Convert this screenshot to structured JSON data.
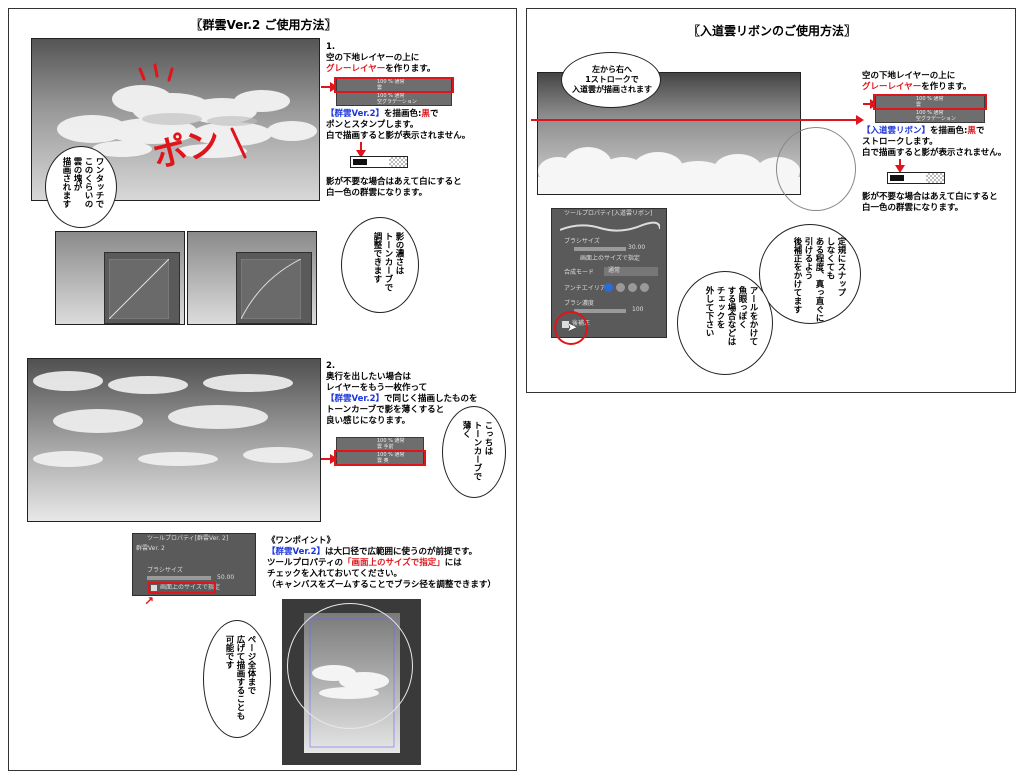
{
  "left_panel": {
    "title": "〖群雲Ver.2 ご使用方法〗",
    "step1": {
      "number": "1.",
      "line1": "空の下地レイヤーの上に",
      "line2": "グレーレイヤー",
      "line2b": "を作ります。",
      "line3a": "【群雲Ver.2】",
      "line3b": "を描画色:",
      "line3c": "黒",
      "line3d": "で",
      "line4": "ポンとスタンプします。",
      "line5": "白で描画すると影が表示されません。",
      "line6": "影が不要な場合はあえて白にすると",
      "line7": "白一色の群雲になります。"
    },
    "pon_text": "ポン",
    "bubble_one_touch": "ワンタッチで\nこのくらいの\n雲の塊が\n描画されます",
    "bubble_tonecurve": "影の濃さは\nトーンカーブで\n調整できます",
    "layers1": [
      {
        "name": "100 % 通常\n雲"
      },
      {
        "name": "100 % 通常\n空グラデーション"
      }
    ],
    "step2": {
      "number": "2.",
      "line1": "奥行を出したい場合は",
      "line2": "レイヤーをもう一枚作って",
      "line3a": "【群雲Ver.2】",
      "line3b": "で同じく描画したものを",
      "line4": "トーンカーブで影を薄くすると",
      "line5": "良い感じになります。"
    },
    "bubble_thin": "こっちは\nトーンカーブで\n薄く",
    "layers2": [
      {
        "name": "100 % 通常\n雲 手前"
      },
      {
        "name": "100 % 通常\n雲 奥"
      }
    ],
    "onepoint": {
      "heading": "《ワンポイント》",
      "line1a": "【群雲Ver.2】",
      "line1b": "は大口径で広範囲に使うのが前提です。",
      "line2a": "ツールプロパティの",
      "line2b": "「画面上のサイズで指定」",
      "line2c": "には",
      "line3": "チェックを入れておいてください。",
      "line4": "（キャンバスをズームすることでブラシ径を調整できます）"
    },
    "tool_panel": {
      "header": "ツールプロパティ[群雲Ver. 2]",
      "brush_name": "群雲Ver. 2",
      "brush_size_label": "ブラシサイズ",
      "brush_size_value": "50.00",
      "checkbox_label": "画面上のサイズで指定"
    },
    "bubble_page": "ページ全体まで\n広げて描画することも\n可能です"
  },
  "right_panel": {
    "title": "〖入道雲リボンのご使用方法〗",
    "bubble_stroke": "左から右へ\n1ストロークで\n入道雲が描画されます",
    "line1": "空の下地レイヤーの上に",
    "line2": "グレーレイヤー",
    "line2b": "を作ります。",
    "line3a": "【入道雲リボン】",
    "line3b": "を描画色:",
    "line3c": "黒",
    "line3d": "で",
    "line4": "ストロークします。",
    "line5": "白で描画すると影が表示されません。",
    "line6": "影が不要な場合はあえて白にすると",
    "line7": "白一色の群雲になります。",
    "layers": [
      {
        "name": "100 % 通常\n雲"
      },
      {
        "name": "100 % 通常\n空グラデーション"
      }
    ],
    "tool_panel": {
      "header": "ツールプロパティ[入道雲リボン]",
      "brush_size_label": "ブラシサイズ",
      "brush_size_value": "30.00",
      "screen_size_label": "画面上のサイズで指定",
      "blend_label": "合成モード",
      "blend_value": "通常",
      "aa_label": "アンチエイリアス",
      "density_label": "ブラシ濃度",
      "density_value": "100",
      "correction_label": "後補正"
    },
    "bubble_snap": "定規にスナップ\nしなくても\nある程度、真っ直ぐに\n引けるよう\n後補正をかけてます",
    "bubble_fisheye": "アールをかけて\n魚眼っぽく\nする場合などは\nチェックを\n外して下さい"
  },
  "colors": {
    "accent_red": "#e0141b",
    "accent_blue": "#1a36d9"
  }
}
